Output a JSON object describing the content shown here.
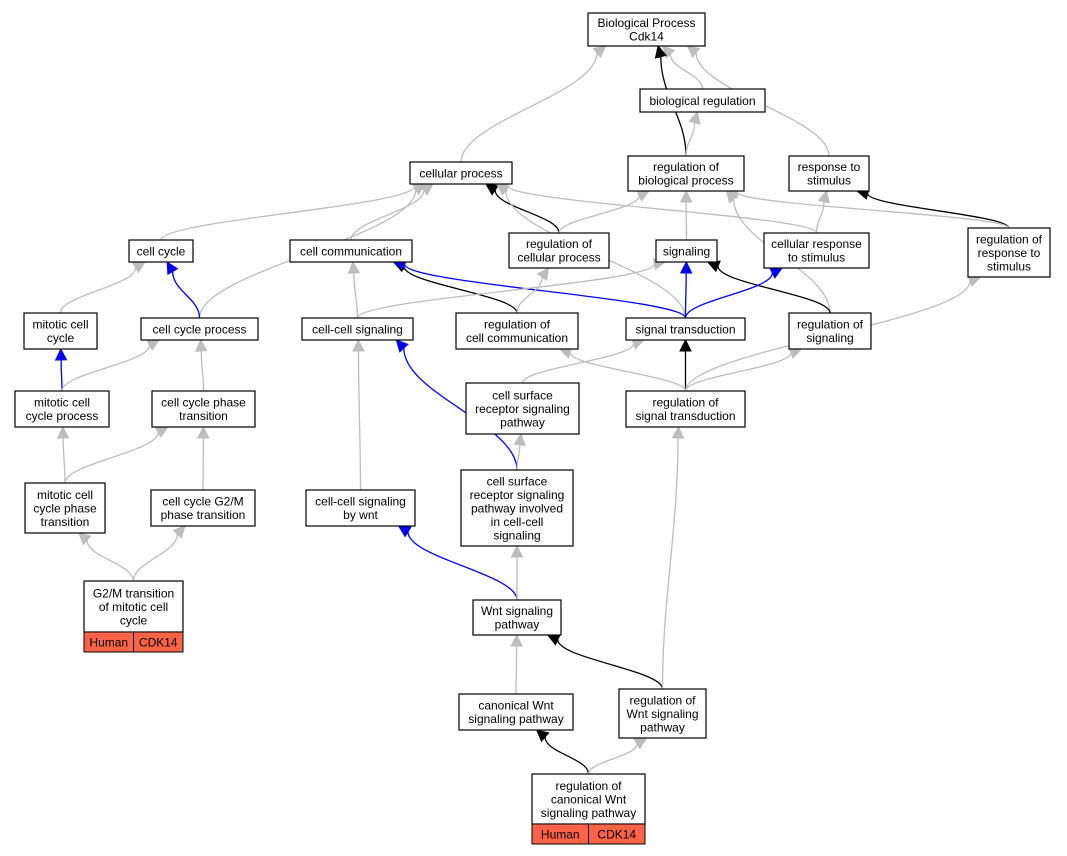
{
  "colors": {
    "is_a": "#bdbdbd",
    "part_of": "#000000",
    "regulates": "#0000ee",
    "annotation_tag": "#ff6347"
  },
  "nodes": {
    "bp_root": [
      "Biological Process",
      "Cdk14"
    ],
    "bio_reg": [
      "biological regulation"
    ],
    "cellular_process": [
      "cellular process"
    ],
    "reg_bio_proc": [
      "regulation of",
      "biological process"
    ],
    "response_stim": [
      "response to",
      "stimulus"
    ],
    "cell_cycle": [
      "cell cycle"
    ],
    "cell_comm": [
      "cell communication"
    ],
    "reg_cell_proc": [
      "regulation of",
      "cellular process"
    ],
    "signaling": [
      "signaling"
    ],
    "cell_resp_stim": [
      "cellular response",
      "to stimulus"
    ],
    "reg_resp_stim": [
      "regulation of",
      "response to",
      "stimulus"
    ],
    "mitotic_cc": [
      "mitotic cell",
      "cycle"
    ],
    "cc_process": [
      "cell cycle process"
    ],
    "cc_signaling": [
      "cell-cell signaling"
    ],
    "reg_cell_comm": [
      "regulation of",
      "cell communication"
    ],
    "signal_trans": [
      "signal transduction"
    ],
    "reg_signaling": [
      "regulation of",
      "signaling"
    ],
    "mitotic_ccp": [
      "mitotic cell",
      "cycle process"
    ],
    "cc_phase_trans": [
      "cell cycle phase",
      "transition"
    ],
    "csr_pathway": [
      "cell surface",
      "receptor signaling",
      "pathway"
    ],
    "reg_sig_trans": [
      "regulation of",
      "signal transduction"
    ],
    "mitotic_ccpt": [
      "mitotic cell",
      "cycle phase",
      "transition"
    ],
    "g2m_phase": [
      "cell cycle G2/M",
      "phase transition"
    ],
    "cc_sig_wnt": [
      "cell-cell signaling",
      "by wnt"
    ],
    "csr_involved": [
      "cell surface",
      "receptor signaling",
      "pathway involved",
      "in cell-cell",
      "signaling"
    ],
    "g2m_mitotic": [
      "G2/M transition",
      "of mitotic cell",
      "cycle"
    ],
    "wnt_pathway": [
      "Wnt signaling",
      "pathway"
    ],
    "canon_wnt": [
      "canonical Wnt",
      "signaling pathway"
    ],
    "reg_wnt": [
      "regulation of",
      "Wnt signaling",
      "pathway"
    ],
    "reg_canon_wnt": [
      "regulation of",
      "canonical Wnt",
      "signaling pathway"
    ]
  },
  "tags": {
    "g2m_mitotic": [
      "Human",
      "CDK14"
    ],
    "reg_canon_wnt": [
      "Human",
      "CDK14"
    ]
  },
  "edges": [
    {
      "from": "bio_reg",
      "to": "bp_root",
      "rel": "is_a"
    },
    {
      "from": "reg_bio_proc",
      "to": "bp_root",
      "rel": "part_of"
    },
    {
      "from": "cellular_process",
      "to": "bp_root",
      "rel": "is_a"
    },
    {
      "from": "response_stim",
      "to": "bp_root",
      "rel": "is_a"
    },
    {
      "from": "reg_bio_proc",
      "to": "bio_reg",
      "rel": "is_a"
    },
    {
      "from": "reg_resp_stim",
      "to": "response_stim",
      "rel": "part_of"
    },
    {
      "from": "reg_resp_stim",
      "to": "reg_bio_proc",
      "rel": "is_a"
    },
    {
      "from": "cell_resp_stim",
      "to": "response_stim",
      "rel": "is_a"
    },
    {
      "from": "cell_resp_stim",
      "to": "cellular_process",
      "rel": "is_a"
    },
    {
      "from": "reg_cell_proc",
      "to": "cellular_process",
      "rel": "part_of"
    },
    {
      "from": "reg_cell_proc",
      "to": "reg_bio_proc",
      "rel": "is_a"
    },
    {
      "from": "cell_cycle",
      "to": "cellular_process",
      "rel": "is_a"
    },
    {
      "from": "cc_process",
      "to": "cellular_process",
      "rel": "is_a"
    },
    {
      "from": "cell_comm",
      "to": "cellular_process",
      "rel": "is_a"
    },
    {
      "from": "signal_trans",
      "to": "cellular_process",
      "rel": "is_a"
    },
    {
      "from": "signaling",
      "to": "reg_bio_proc",
      "rel": "is_a"
    },
    {
      "from": "reg_signaling",
      "to": "reg_bio_proc",
      "rel": "is_a"
    },
    {
      "from": "cc_process",
      "to": "cell_cycle",
      "rel": "regulates"
    },
    {
      "from": "mitotic_cc",
      "to": "cell_cycle",
      "rel": "is_a"
    },
    {
      "from": "cc_signaling",
      "to": "cell_comm",
      "rel": "is_a"
    },
    {
      "from": "reg_cell_comm",
      "to": "cell_comm",
      "rel": "part_of"
    },
    {
      "from": "signal_trans",
      "to": "cell_comm",
      "rel": "regulates"
    },
    {
      "from": "reg_cell_comm",
      "to": "reg_cell_proc",
      "rel": "is_a"
    },
    {
      "from": "signal_trans",
      "to": "signaling",
      "rel": "regulates"
    },
    {
      "from": "cc_signaling",
      "to": "signaling",
      "rel": "is_a"
    },
    {
      "from": "reg_signaling",
      "to": "signaling",
      "rel": "part_of"
    },
    {
      "from": "signal_trans",
      "to": "cell_resp_stim",
      "rel": "regulates"
    },
    {
      "from": "mitotic_ccp",
      "to": "mitotic_cc",
      "rel": "regulates"
    },
    {
      "from": "mitotic_ccp",
      "to": "cc_process",
      "rel": "is_a"
    },
    {
      "from": "cc_phase_trans",
      "to": "cc_process",
      "rel": "is_a"
    },
    {
      "from": "csr_pathway",
      "to": "signal_trans",
      "rel": "is_a"
    },
    {
      "from": "reg_sig_trans",
      "to": "signal_trans",
      "rel": "part_of"
    },
    {
      "from": "reg_sig_trans",
      "to": "reg_cell_comm",
      "rel": "is_a"
    },
    {
      "from": "reg_sig_trans",
      "to": "reg_signaling",
      "rel": "is_a"
    },
    {
      "from": "reg_sig_trans",
      "to": "reg_resp_stim",
      "rel": "is_a"
    },
    {
      "from": "mitotic_ccpt",
      "to": "mitotic_ccp",
      "rel": "is_a"
    },
    {
      "from": "mitotic_ccpt",
      "to": "cc_phase_trans",
      "rel": "is_a"
    },
    {
      "from": "g2m_phase",
      "to": "cc_phase_trans",
      "rel": "is_a"
    },
    {
      "from": "cc_sig_wnt",
      "to": "cc_signaling",
      "rel": "is_a"
    },
    {
      "from": "csr_involved",
      "to": "cc_signaling",
      "rel": "regulates"
    },
    {
      "from": "csr_involved",
      "to": "csr_pathway",
      "rel": "is_a"
    },
    {
      "from": "g2m_mitotic",
      "to": "mitotic_ccpt",
      "rel": "is_a"
    },
    {
      "from": "g2m_mitotic",
      "to": "g2m_phase",
      "rel": "is_a"
    },
    {
      "from": "wnt_pathway",
      "to": "cc_sig_wnt",
      "rel": "regulates"
    },
    {
      "from": "wnt_pathway",
      "to": "csr_involved",
      "rel": "is_a"
    },
    {
      "from": "canon_wnt",
      "to": "wnt_pathway",
      "rel": "is_a"
    },
    {
      "from": "reg_wnt",
      "to": "wnt_pathway",
      "rel": "part_of"
    },
    {
      "from": "reg_wnt",
      "to": "reg_sig_trans",
      "rel": "is_a"
    },
    {
      "from": "reg_canon_wnt",
      "to": "canon_wnt",
      "rel": "part_of"
    },
    {
      "from": "reg_canon_wnt",
      "to": "reg_wnt",
      "rel": "is_a"
    }
  ]
}
